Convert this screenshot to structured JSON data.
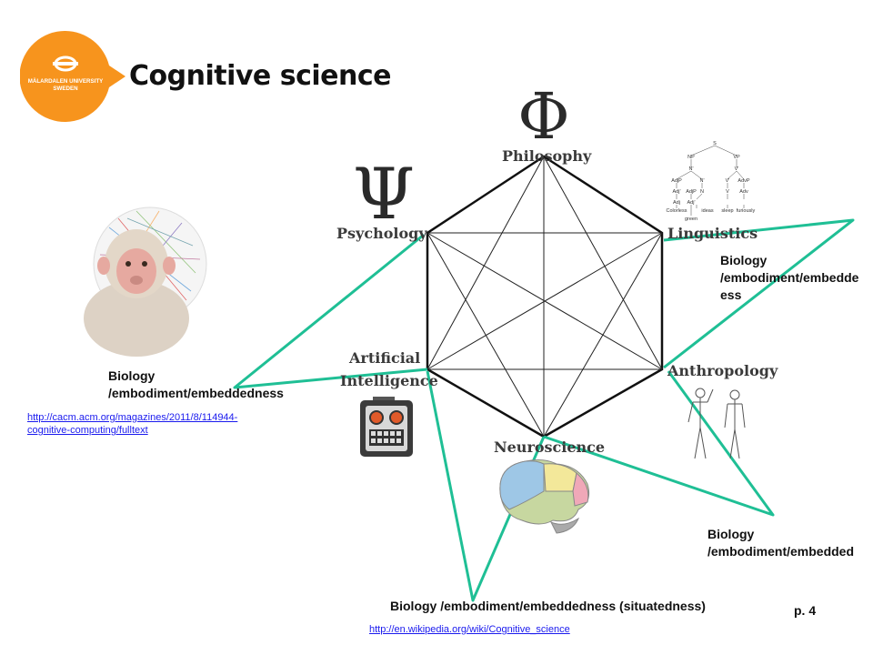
{
  "title": "Cognitive science",
  "logo": {
    "line1": "MÄLARDALEN UNIVERSITY",
    "line2": "SWEDEN",
    "color": "#f7941d"
  },
  "disciplines": {
    "philosophy": "Philosophy",
    "linguistics": "Linguistics",
    "anthropology": "Anthropology",
    "neuroscience": "Neuroscience",
    "ai_line1": "Artificial",
    "ai_line2": "Intelligence",
    "psychology": "Psychology"
  },
  "symbols": {
    "philosophy": "Φ",
    "psychology": "Ψ"
  },
  "tree": {
    "s": "S",
    "np": "NP",
    "vp": "VP",
    "n": "N'",
    "v": "V'",
    "adjp": "AdjP",
    "advp": "AdvP",
    "adjb": "Adj'",
    "v2": "V",
    "n2": "N",
    "adv": "Adv",
    "adj": "Adj",
    "words": [
      "Colorless",
      "green",
      "ideas",
      "sleep",
      "furiously"
    ]
  },
  "biology_labels": {
    "left_line1": "Biology",
    "left_line2": "/embodiment/embeddedness",
    "right_top_line1": "Biology",
    "right_top_line2": "/embodiment/embedde",
    "right_top_line3": "ess",
    "right_bottom_line1": "Biology",
    "right_bottom_line2": "/embodiment/embedded",
    "bottom": "Biology /embodiment/embeddedness (situatedness)"
  },
  "links": {
    "cacm_line1": "http://cacm.acm.org/magazines/2011/8/114944-",
    "cacm_line2": "cognitive-computing/fulltext",
    "wiki": "http://en.wikipedia.org/wiki/Cognitive_science"
  },
  "page": "p. 4",
  "colors": {
    "teal": "#1fbf95",
    "hexagon": "#111111"
  }
}
